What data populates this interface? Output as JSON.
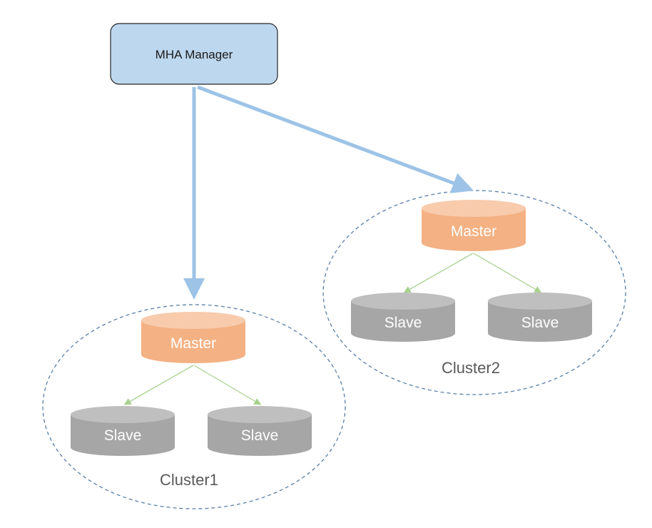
{
  "manager": {
    "label": "MHA Manager"
  },
  "clusters": [
    {
      "name": "Cluster1",
      "master_label": "Master",
      "slave_labels": [
        "Slave",
        "Slave"
      ]
    },
    {
      "name": "Cluster2",
      "master_label": "Master",
      "slave_labels": [
        "Slave",
        "Slave"
      ]
    }
  ],
  "colors": {
    "manager_fill": "#bdd7ee",
    "manager_stroke": "#262626",
    "manager_arrow": "#9dc3e6",
    "master_fill": "#f4b183",
    "slave_fill": "#a6a6a6",
    "slave_top": "#bfbfbf",
    "replication_arrow": "#a9d18e",
    "cluster_border": "#5b7fa6"
  }
}
